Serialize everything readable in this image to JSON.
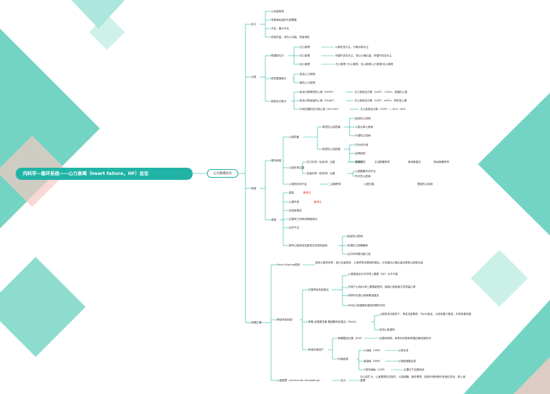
{
  "colors": {
    "accent": "#21b3a6",
    "line": "#21b3a6",
    "red": "#e03131",
    "bg_teal": "#5ccdb9",
    "bg_pink": "#f7c9c3"
  },
  "root": "内科学—循环系统——心力衰竭（heart failure，HF）总论",
  "center": "心力衰竭总论",
  "def": {
    "label": "定义",
    "items": [
      "心功能受损",
      "导致满足组织代谢需要",
      "不足，最大不足",
      "体检的量，或为心功能，或者减低"
    ]
  },
  "cls": {
    "label": "分类",
    "site": {
      "label": "根据部位分",
      "items": [
        {
          "a": "左心衰竭",
          "b": "以肺淤血为主，亦肺水肿为主"
        },
        {
          "a": "右心衰竭",
          "b": "体循环淤血为主，或以心输出量、体循环淤血为主"
        },
        {
          "a": "全心衰竭",
          "b": "左心衰竭+右心衰竭，全心衰竭/心力衰竭/全心衰竭"
        }
      ]
    },
    "time": {
      "label": "按发展速度分",
      "items": [
        "急性心力衰竭",
        "慢性心力衰竭"
      ]
    },
    "ef": {
      "label": "按射血分数分",
      "items": [
        {
          "a": "射血分数降低的心衰（HFrEF）",
          "b": "左心室射血分数（LVEF）＜40%，收缩性心衰"
        },
        {
          "a": "射血分数保留的心衰（HFpEF）",
          "b": "左心室射血分数（LVEF）≥50%，舒张性心衰"
        },
        {
          "a": "中间范围射血分数心衰（HFmrEF）",
          "b": "左心室射血分数（LVEF）= 40%~49%"
        }
      ]
    }
  },
  "cause": {
    "label": "病因",
    "basic": {
      "label": "基本病因",
      "myo": {
        "label": "心肌损害",
        "primary": {
          "label": "原发性心肌损害",
          "items": [
            "缺血性心肌病",
            "心肌炎和心肌病",
            "代谢性心肌病"
          ]
        },
        "secondary": {
          "label": "继发性心肌损害",
          "items": [
            "内分泌代谢",
            "结缔组织",
            "药物损伤"
          ]
        }
      },
      "load": {
        "label": "心脏负荷过重",
        "pressure": {
          "label": "压力负荷（后负荷）过重",
          "items": [
            "高血压",
            "主动脉瓣狭窄",
            "肺动脉高压",
            "肺动脉瓣狭窄"
          ]
        },
        "volume": {
          "label": "容量负荷（前负荷）过重",
          "items": [
            "心脏瓣膜关闭不全",
            "先天性心脏病"
          ]
        }
      }
    },
    "fill": {
      "label": "心室前负荷不足",
      "items": [
        "二尖瓣狭窄",
        "心脏压塞",
        "限制性心肌病"
      ]
    },
    "trigger": {
      "label": "诱因",
      "items": [
        {
          "t": "感染",
          "red": "最常见"
        },
        {
          "t": "心律失常",
          "red": "最常见"
        },
        {
          "t": "血容量增加"
        },
        {
          "t": "过度体力消耗或情绪激动"
        },
        {
          "t": "治疗不当"
        },
        {
          "t": "原有心脏病变加重或并发其他疾病",
          "sub": [
            "缺血性心脏病",
            "风湿性心脏瓣膜病",
            "合并甲状腺功能亢进"
          ]
        }
      ]
    }
  },
  "patho": {
    "label": "病理生理",
    "frank": {
      "label": "Frank-Starling机制",
      "b": "增加心脏前负荷，回心血量增多，心室舒张末期容积增加，从而增加心输出量及提高心脏做功量"
    },
    "neuro": {
      "label": "神经体液机制",
      "sym": {
        "label": "交感神经系统激活",
        "items": [
          "心衰患者血中去甲肾上腺素（NE）水平升高",
          "作用于心肌β1肾上腺素能受体，增强心肌收缩力并提高心率",
          "而同时也使心肌耗氧量增加",
          "NE对心肌细胞有直接的毒性作用"
        ]
      },
      "raas": {
        "label": "肾素-血管紧张素-醛固酮系统激活（RAAS）",
        "items": [
          "心脏泵血功能低下，肾血流量降低，RAAS激活，心肌收缩力增强，外周血管收缩",
          "促进心肌重构"
        ]
      },
      "other": {
        "label": "其他体液因子",
        "items": [
          {
            "a": "精氨酸加压素（AVP）",
            "b": "由垂体释放，具有抗利尿和周围血管收缩作用"
          },
          {
            "a": "利钠肽类",
            "sub": [
              {
                "a": "心钠肽（ANP）",
                "b": "心房合成"
              },
              {
                "a": "脑钠肽（BNP）",
                "b": "心室肌细胞合成"
              },
              {
                "a": "C型利钠肽（CNP）",
                "b": "主要位于血管系统"
              }
            ]
          }
        ]
      }
    },
    "remodel": {
      "label": "心室重塑（ventricular remodeling）",
      "b": "定义",
      "c": "在心腔扩大、心室肥厚的过程中，心肌细胞、胞外基质、胶原纤维网等均有相应变化，即心室重塑"
    }
  }
}
